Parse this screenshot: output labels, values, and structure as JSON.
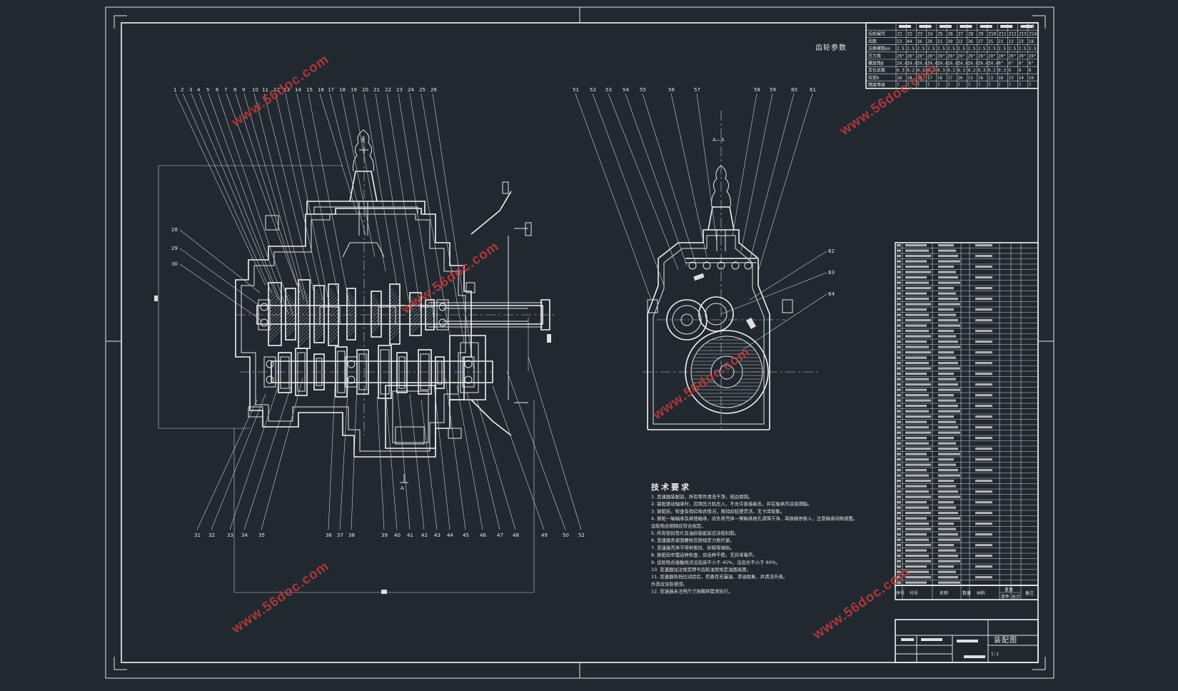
{
  "watermark": "www.56doc.com",
  "gear_table": {
    "caption": "齿轮参数",
    "header_tag": "附件",
    "columns": [
      "Z1",
      "Z2",
      "Z3",
      "Z4",
      "Z5",
      "Z6",
      "Z7",
      "Z8",
      "Z9",
      "Z10",
      "Z11",
      "Z12",
      "Z13",
      "Z14"
    ],
    "row_labels": [
      "齿轮编号",
      "齿数",
      "法面模数mn",
      "压力角",
      "螺旋角β",
      "变位系数",
      "齿宽b",
      "精度等级"
    ],
    "rows": [
      [
        "13",
        "44",
        "16",
        "28",
        "21",
        "39",
        "22",
        "36",
        "27",
        "25",
        "21",
        "13",
        "23",
        "18"
      ],
      [
        "2.5",
        "2.5",
        "2.5",
        "2.5",
        "2.5",
        "2.5",
        "2.5",
        "2.5",
        "2.5",
        "2.5",
        "2.5",
        "2.5",
        "2.5",
        "2.5"
      ],
      [
        "20°",
        "20°",
        "20°",
        "20°",
        "20°",
        "20°",
        "20°",
        "20°",
        "20°",
        "20°",
        "20°",
        "20°",
        "20°",
        "20°"
      ],
      [
        "24.4°",
        "24.4°",
        "24.4°",
        "24.4°",
        "24.4°",
        "24.4°",
        "24.4°",
        "24.4°",
        "24.4°",
        "24.4°",
        "0°",
        "0°",
        "0°",
        "0°"
      ],
      [
        "0.3",
        "0.2",
        "0.3",
        "0.2",
        "0.3",
        "0.2",
        "0.3",
        "0.2",
        "0.3",
        "0.2",
        "0.3",
        "0",
        "0",
        "0"
      ],
      [
        "18",
        "18",
        "18",
        "17",
        "16",
        "17",
        "16",
        "13",
        "16",
        "13",
        "16",
        "13",
        "14",
        "16"
      ],
      [
        "7",
        "7",
        "7",
        "7",
        "7",
        "7",
        "7",
        "7",
        "7",
        "7",
        "7",
        "7",
        "7",
        "7"
      ]
    ]
  },
  "section_label": "A—A",
  "section_mark": "A",
  "callouts_top_left": [
    "1",
    "2",
    "3",
    "4",
    "5",
    "6",
    "7",
    "8",
    "9",
    "10",
    "11",
    "12",
    "13",
    "14",
    "15",
    "16",
    "17",
    "18",
    "19",
    "20",
    "21",
    "22",
    "23",
    "24",
    "25",
    "26"
  ],
  "callouts_left_side": [
    "28",
    "29",
    "30"
  ],
  "callouts_bottom_left": [
    "31",
    "32",
    "33",
    "34",
    "35",
    "36",
    "37",
    "38",
    "39",
    "40",
    "41",
    "42",
    "43",
    "44",
    "45",
    "46",
    "47",
    "48",
    "49",
    "50",
    "52"
  ],
  "callouts_top_right": [
    "51",
    "52",
    "53",
    "54",
    "55",
    "56",
    "57",
    "58",
    "59",
    "60",
    "61"
  ],
  "callouts_right_side": [
    "62",
    "63",
    "64"
  ],
  "technical_requirements": {
    "title": "技术要求",
    "items": [
      "1. 变速器装配前，所有零件清洗干净，锐边倒钝。",
      "2. 装配滚动轴承时，应用压力机压入，不允许直接敲击，并在轴承内涂润滑脂。",
      "3. 装配后，检查各挡位啮合情况，换挡应轻便灵活，无卡滞现象。",
      "4. 装配一轴轴承及其他轴承，应先将壳体一侧轴承座孔清理干净，再按顺序装入，注意轴承间隙调整。",
      "   齿轮啮合侧隙应符合规定。",
      "5. 所有密封垫片及油封装配前应涂密封胶。",
      "6. 变速器各紧固螺栓应按规定力矩拧紧。",
      "7. 变速器壳体不得有裂纹、砂眼等缺陷。",
      "8. 装配后空载运转检查，应运转平稳，无异常噪声。",
      "9. 齿轮啮合接触斑点沿齿高不小于 45%，沿齿长不小于 60%。",
      "10. 变速器加注规定牌号齿轮油至规定油面高度。",
      "11. 变速器各挡位试验后，检查有无漏油、渗油现象，并清洁外表。",
      "   外表应涂防锈漆。",
      "12. 变速器未注明尺寸按图样要求执行。"
    ]
  },
  "bom_header": [
    "序号",
    "代号",
    "名称",
    "数量",
    "材料",
    "单件",
    "总计",
    "备注"
  ],
  "bom_weight_label": "重量",
  "title_block": {
    "drawing_name": "装配图",
    "scale": "1:1"
  }
}
